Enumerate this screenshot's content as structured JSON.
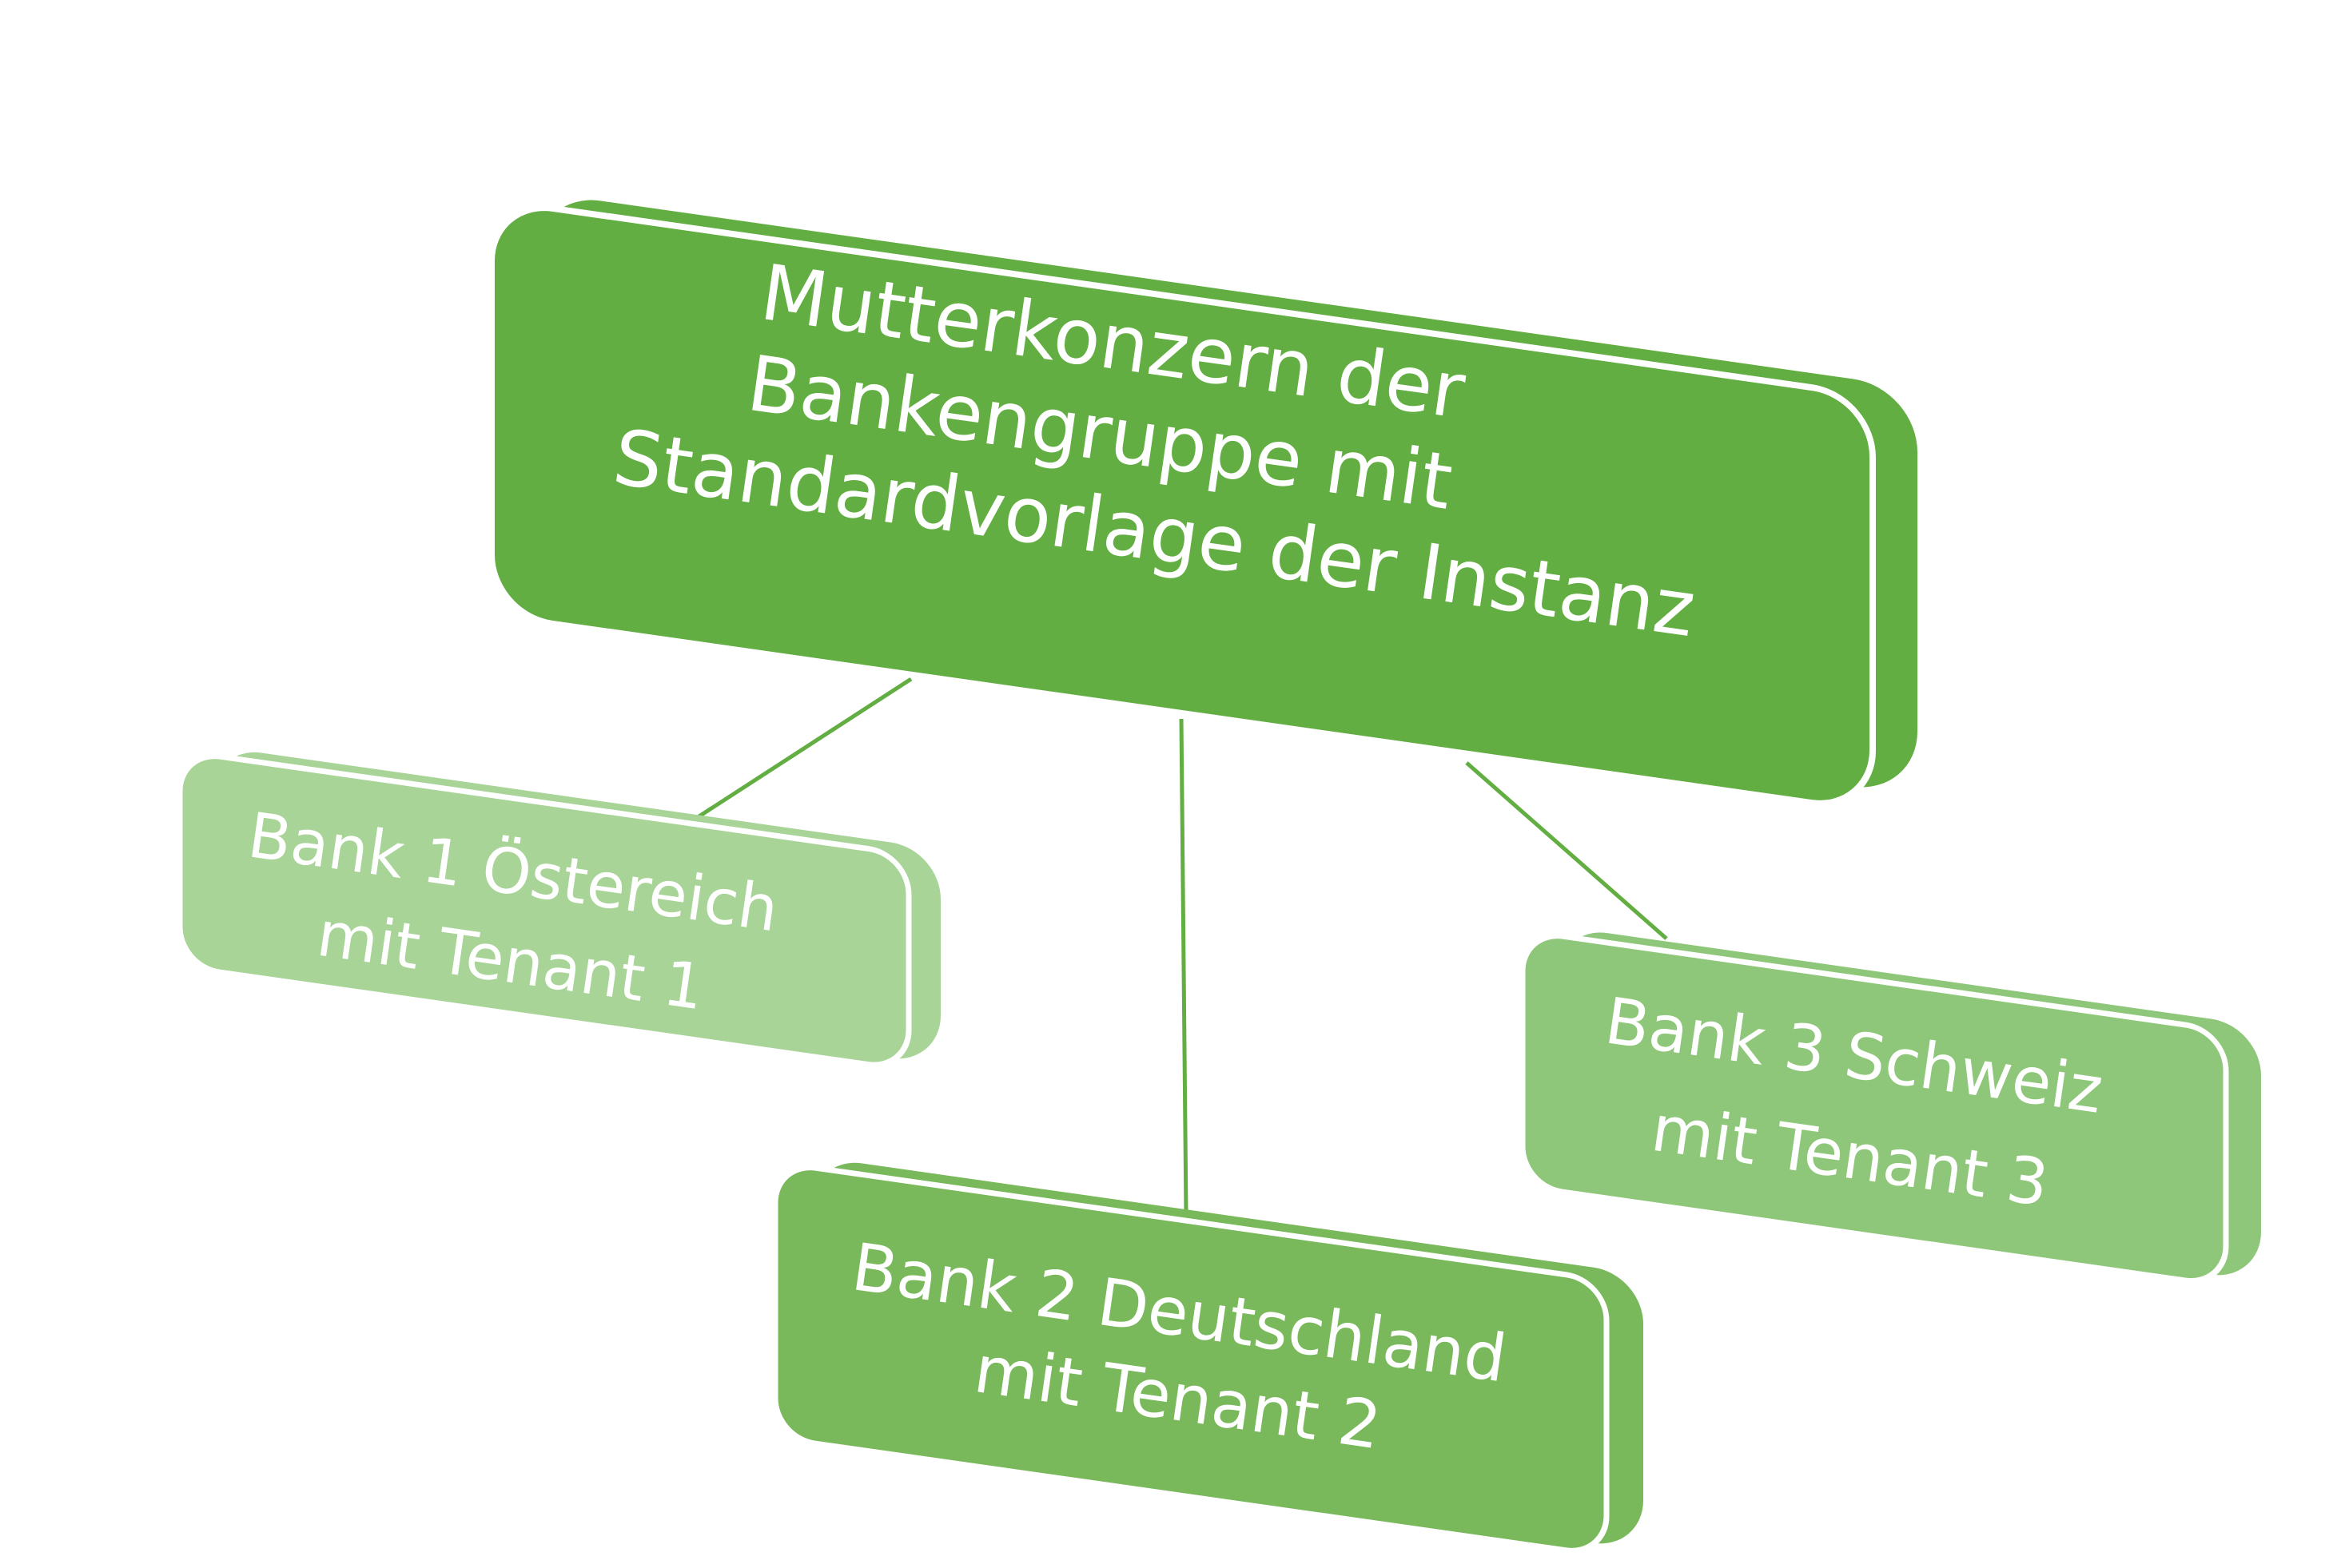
{
  "diagram": {
    "parent": {
      "lines": [
        "Mutterkonzern der",
        "Bankengruppe mit",
        "Standardvorlage der Instanz"
      ]
    },
    "children": [
      {
        "id": "bank1",
        "lines": [
          "Bank 1 Östereich",
          "mit Tenant 1"
        ]
      },
      {
        "id": "bank2",
        "lines": [
          "Bank 2 Deutschland",
          "mit Tenant 2"
        ]
      },
      {
        "id": "bank3",
        "lines": [
          "Bank 3 Schweiz",
          "mit Tenant 3"
        ]
      }
    ],
    "colors": {
      "parent": "#62ae42",
      "bank1": "#a8d498",
      "bank2": "#79b95c",
      "bank3": "#8ec77a",
      "connector": "#62ae42",
      "outline": "#ffffff"
    }
  }
}
